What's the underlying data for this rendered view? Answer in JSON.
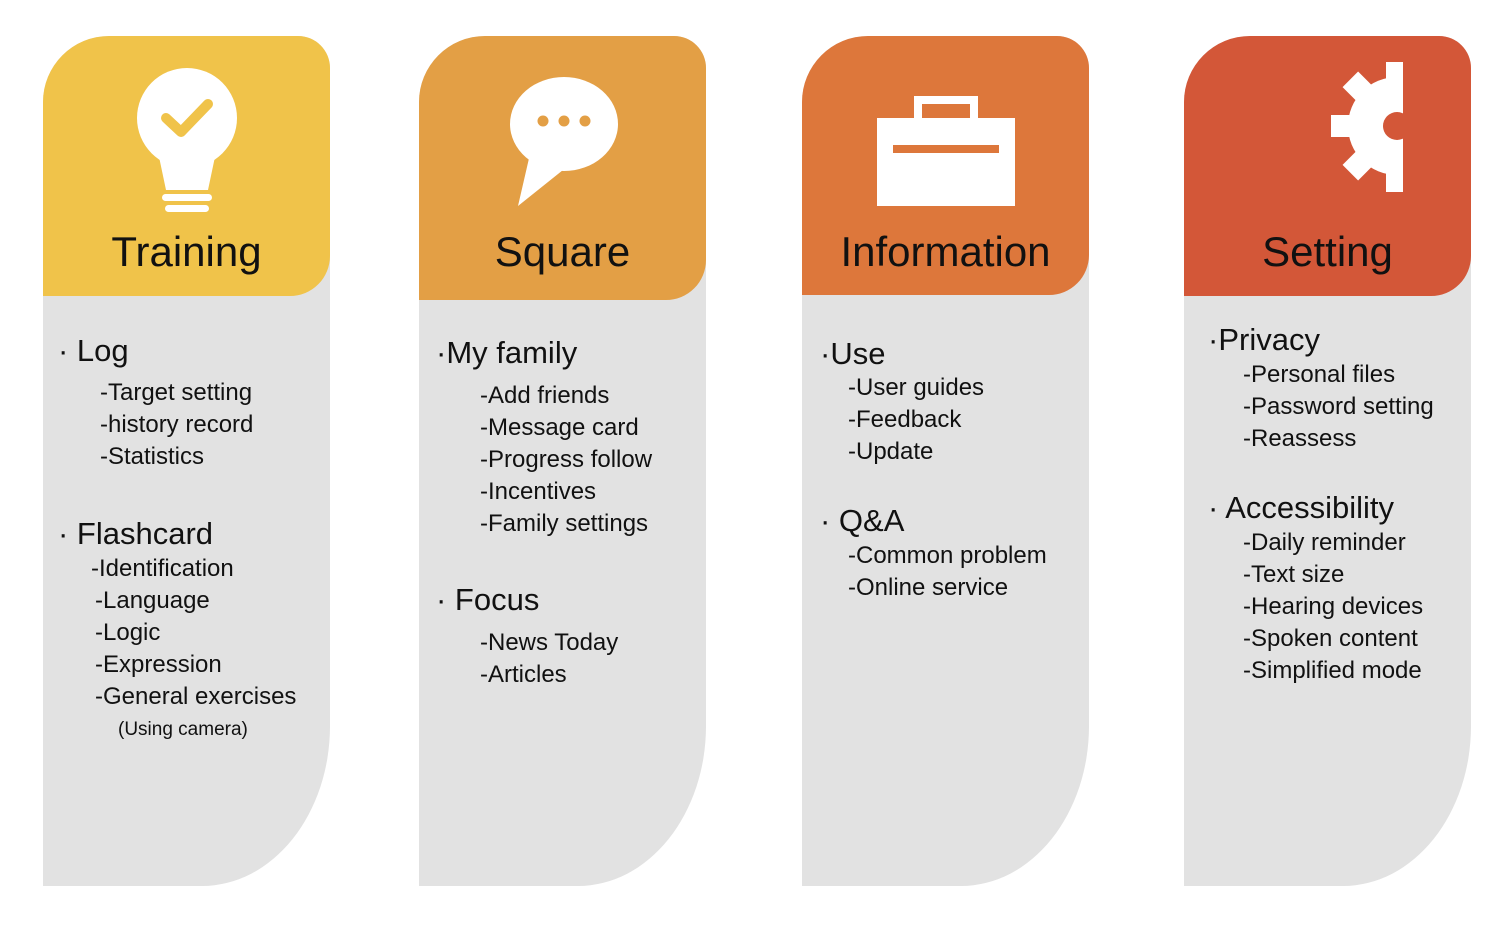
{
  "colors": {
    "training": "#f0c34a",
    "square": "#e39f45",
    "information": "#dd773b",
    "setting": "#d35738",
    "panel_body": "#e2e2e2"
  },
  "panels": [
    {
      "title": "Training",
      "icon": "lightbulb-check-icon",
      "sections": [
        {
          "title": "· Log",
          "items": [
            "-Target setting",
            "-history record",
            "-Statistics"
          ]
        },
        {
          "title": "· Flashcard",
          "items": [
            "-Identification",
            "-Language",
            "-Logic",
            "-Expression",
            "-General exercises"
          ],
          "note": "(Using camera)"
        }
      ]
    },
    {
      "title": "Square",
      "icon": "chat-bubble-icon",
      "sections": [
        {
          "title": "·My family",
          "items": [
            "-Add friends",
            "-Message card",
            "-Progress follow",
            "-Incentives",
            "-Family settings"
          ]
        },
        {
          "title": "· Focus",
          "items": [
            "-News Today",
            "-Articles"
          ]
        }
      ]
    },
    {
      "title": "Information",
      "icon": "briefcase-icon",
      "sections": [
        {
          "title": "·Use",
          "items": [
            "-User guides",
            "-Feedback",
            "-Update"
          ]
        },
        {
          "title": "· Q&A",
          "items": [
            "-Common problem",
            "-Online service"
          ]
        }
      ]
    },
    {
      "title": "Setting",
      "icon": "gear-icon",
      "sections": [
        {
          "title": "·Privacy",
          "items": [
            "-Personal files",
            "-Password setting",
            "-Reassess"
          ]
        },
        {
          "title": "· Accessibility",
          "items": [
            "-Daily reminder",
            "-Text size",
            "-Hearing devices",
            "-Spoken content",
            "-Simplified mode"
          ]
        }
      ]
    }
  ]
}
